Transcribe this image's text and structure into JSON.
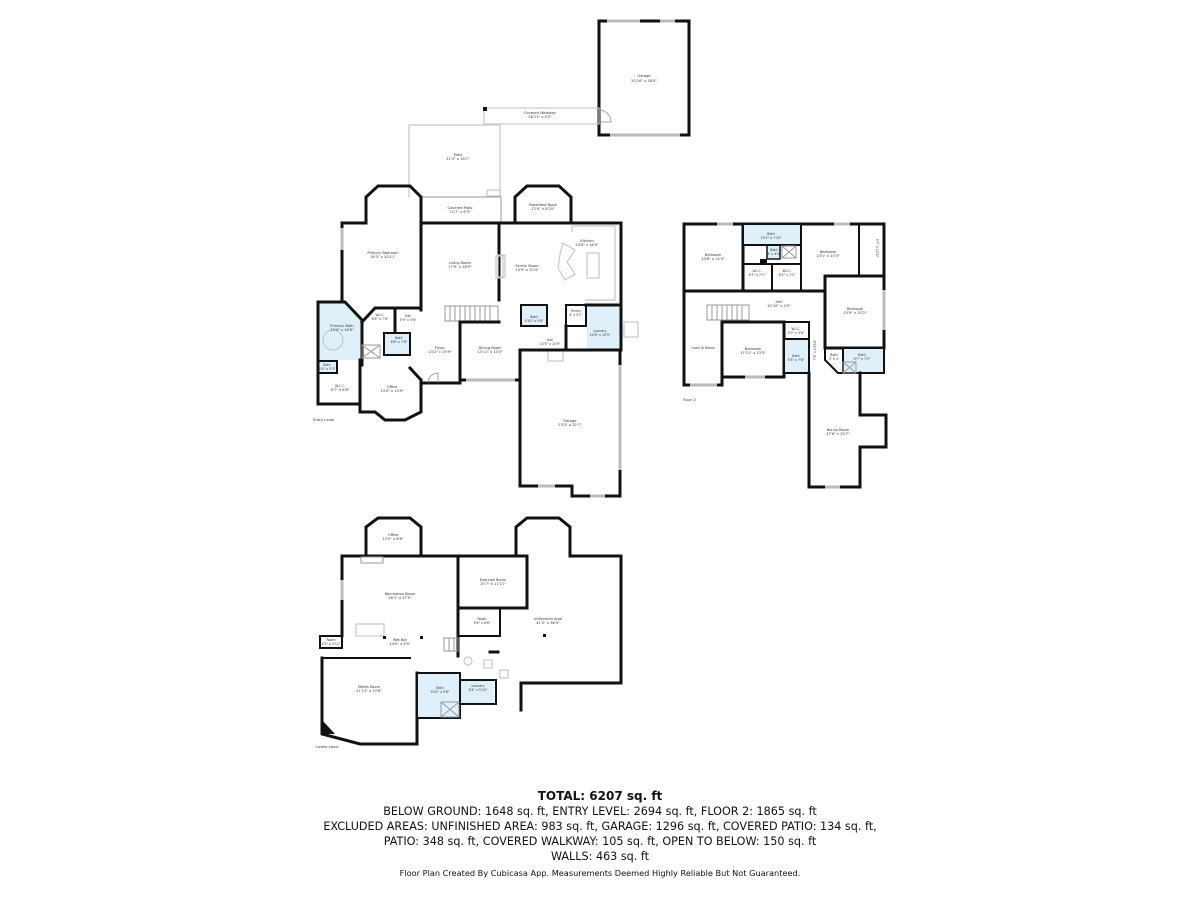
{
  "floors": {
    "entry_level": {
      "label": "Entry Level",
      "rooms": [
        {
          "name": "Garage",
          "dims": "20'10\" x 26'0\""
        },
        {
          "name": "Covered Walkway",
          "dims": "26'11\" x 4'3\""
        },
        {
          "name": "Patio",
          "dims": "21'3\" x 16'7\""
        },
        {
          "name": "Covered Patio",
          "dims": "21'7\" x 6'3\""
        },
        {
          "name": "Breakfast Nook",
          "dims": "12'4\" x 8'10\""
        },
        {
          "name": "Primary Bedroom",
          "dims": "16'3\" x 20'11\""
        },
        {
          "name": "Living Room",
          "dims": "17'9\" x 18'9\""
        },
        {
          "name": "Kitchen",
          "dims": "14'8\" x 16'9\""
        },
        {
          "name": "Family Room",
          "dims": "13'9\" x 22'4\""
        },
        {
          "name": "W.I.C.",
          "dims": "6'6\" x 7'6\""
        },
        {
          "name": "Hall",
          "dims": "5'9\" x 5'8\""
        },
        {
          "name": "Primary Bath",
          "dims": "15'0\" x 16'8\""
        },
        {
          "name": "Bath",
          "dims": "6'8\" x 7'8\""
        },
        {
          "name": "Bath",
          "dims": "5'5\" x 3'3\""
        },
        {
          "name": "W.I.C.",
          "dims": "6'7\" x 6'8\""
        },
        {
          "name": "Office",
          "dims": "14'0\" x 13'9\""
        },
        {
          "name": "Foyer",
          "dims": "13'2\" x 19'9\""
        },
        {
          "name": "Dining Room",
          "dims": "13'11\" x 13'3\""
        },
        {
          "name": "Bath",
          "dims": "5'10\" x 5'8\""
        },
        {
          "name": "Pantry",
          "dims": "4' x 5'2\""
        },
        {
          "name": "Laundry",
          "dims": "12'6\" x 10'5\""
        },
        {
          "name": "Hall",
          "dims": "10'5\" x 10'9\""
        },
        {
          "name": "Garage",
          "dims": "23'3\" x 32'7\""
        }
      ]
    },
    "floor_2": {
      "label": "Floor 2",
      "rooms": [
        {
          "name": "Bedroom",
          "dims": "13'8\" x 15'3\""
        },
        {
          "name": "Bath",
          "dims": "15'2\" x 7'10\""
        },
        {
          "name": "Bath",
          "dims": "5' x 4'5\""
        },
        {
          "name": "W.I.C.",
          "dims": "6'7\" x 7'1\""
        },
        {
          "name": "W.I.C.",
          "dims": "6'3\" x 7'1\""
        },
        {
          "name": "Bedroom",
          "dims": "13'1\" x 15'3\""
        },
        {
          "name": "W.I.C.",
          "dims": "5'7\" x 12'2\""
        },
        {
          "name": "Hall",
          "dims": "32'10\" x 4'9\""
        },
        {
          "name": "Bedroom",
          "dims": "13'9\" x 15'2\""
        },
        {
          "name": "Open To Below",
          "dims": ""
        },
        {
          "name": "Bedroom",
          "dims": "17'11\" x 13'3\""
        },
        {
          "name": "W.I.C.",
          "dims": "5'3\" x 4'6\""
        },
        {
          "name": "Bath",
          "dims": "5'5\" x 7'8\""
        },
        {
          "name": "Hall",
          "dims": "7'5\" x 13'10\""
        },
        {
          "name": "Bath",
          "dims": "3' x 4'"
        },
        {
          "name": "Bath",
          "dims": "9'7\" x 7'2\""
        },
        {
          "name": "Bonus Room",
          "dims": "17'6\" x 25'7\""
        }
      ]
    },
    "lower_level": {
      "label": "Lower Level",
      "rooms": [
        {
          "name": "Office",
          "dims": "12'5\" x 8'6\""
        },
        {
          "name": "Recreation Room",
          "dims": "28'1\" x 27'5\""
        },
        {
          "name": "Exercise Room",
          "dims": "15'7\" x 11'11\""
        },
        {
          "name": "Room",
          "dims": "9'6\" x 6'6\""
        },
        {
          "name": "Unfinished Area",
          "dims": "41'2\" x 36'4\""
        },
        {
          "name": "Wet Bar",
          "dims": "14'0\" x 8'0\""
        },
        {
          "name": "Room",
          "dims": "4'5\" x 3'11\""
        },
        {
          "name": "Media Room",
          "dims": "21'11\" x 19'8\""
        },
        {
          "name": "Bath",
          "dims": "9'10\" x 9'8\""
        },
        {
          "name": "Laundry",
          "dims": "8'4\" x 5'10\""
        }
      ]
    }
  },
  "summary": {
    "total": "TOTAL: 6207 sq. ft",
    "line1": "BELOW GROUND: 1648 sq. ft, ENTRY LEVEL: 2694 sq. ft, FLOOR 2: 1865 sq. ft",
    "line2": "EXCLUDED AREAS: UNFINISHED AREA: 983 sq. ft, GARAGE: 1296 sq. ft, COVERED PATIO: 134 sq. ft,",
    "line3": "PATIO: 348 sq. ft, COVERED WALKWAY: 105 sq. ft, OPEN TO BELOW: 150 sq. ft",
    "line4": "WALLS: 463 sq. ft"
  },
  "credit": "Floor Plan Created By Cubicasa App. Measurements Deemed Highly Reliable But Not Guaranteed.",
  "colors": {
    "wall": "#111111",
    "wet_area": "#dff0fa",
    "window": "#bbbbbb"
  }
}
